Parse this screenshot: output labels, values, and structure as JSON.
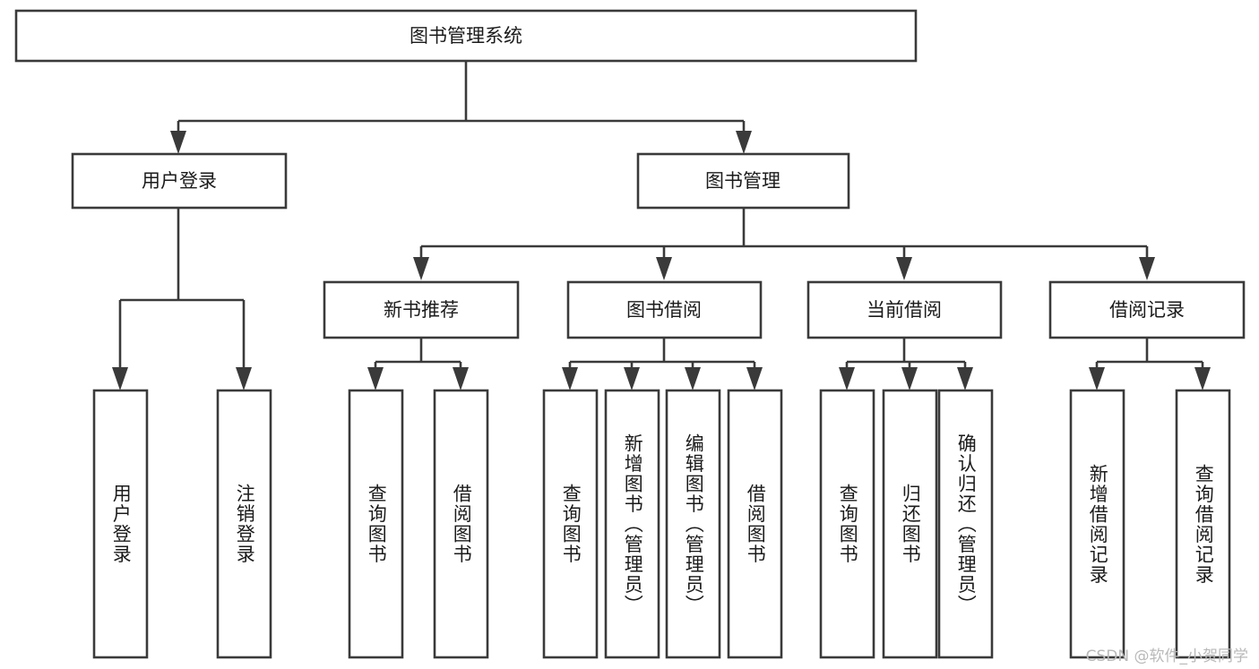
{
  "diagram": {
    "title": "图书管理系统",
    "type": "hierarchy-tree",
    "watermark": "CSDN @软件_小贺同学",
    "colors": {
      "stroke": "#3a3a3a",
      "box_fill": "#ffffff",
      "text": "#1b1b1b",
      "watermark": "#b9b9b9",
      "background": "#ffffff"
    },
    "nodes": {
      "root": {
        "label": "图书管理系统",
        "orientation": "horizontal"
      },
      "level2": [
        {
          "id": "user-login",
          "label": "用户登录",
          "orientation": "horizontal"
        },
        {
          "id": "book-management",
          "label": "图书管理",
          "orientation": "horizontal"
        }
      ],
      "level3": [
        {
          "id": "new-book-recommend",
          "label": "新书推荐",
          "orientation": "horizontal"
        },
        {
          "id": "book-borrow",
          "label": "图书借阅",
          "orientation": "horizontal"
        },
        {
          "id": "current-borrow",
          "label": "当前借阅",
          "orientation": "horizontal"
        },
        {
          "id": "borrow-record",
          "label": "借阅记录",
          "orientation": "horizontal"
        }
      ],
      "leaves": {
        "user-login": [
          {
            "id": "leaf-user-login",
            "label": "用户登录",
            "orientation": "vertical"
          },
          {
            "id": "leaf-logout-login",
            "label": "注销登录",
            "orientation": "vertical"
          }
        ],
        "new-book-recommend": [
          {
            "id": "leaf-query-book-1",
            "label": "查询图书",
            "orientation": "vertical"
          },
          {
            "id": "leaf-borrow-book-1",
            "label": "借阅图书",
            "orientation": "vertical"
          }
        ],
        "book-borrow": [
          {
            "id": "leaf-query-book-2",
            "label": "查询图书",
            "orientation": "vertical"
          },
          {
            "id": "leaf-add-book-admin",
            "label": "新增图书（管理员）",
            "orientation": "vertical"
          },
          {
            "id": "leaf-edit-book-admin",
            "label": "编辑图书（管理员）",
            "orientation": "vertical"
          },
          {
            "id": "leaf-borrow-book-2",
            "label": "借阅图书",
            "orientation": "vertical"
          }
        ],
        "current-borrow": [
          {
            "id": "leaf-query-book-3",
            "label": "查询图书",
            "orientation": "vertical"
          },
          {
            "id": "leaf-return-book",
            "label": "归还图书",
            "orientation": "vertical"
          },
          {
            "id": "leaf-confirm-return-admin",
            "label": "确认归还（管理员）",
            "orientation": "vertical"
          }
        ],
        "borrow-record": [
          {
            "id": "leaf-add-borrow-record",
            "label": "新增借阅记录",
            "orientation": "vertical"
          },
          {
            "id": "leaf-query-borrow-record",
            "label": "查询借阅记录",
            "orientation": "vertical"
          }
        ]
      }
    }
  }
}
